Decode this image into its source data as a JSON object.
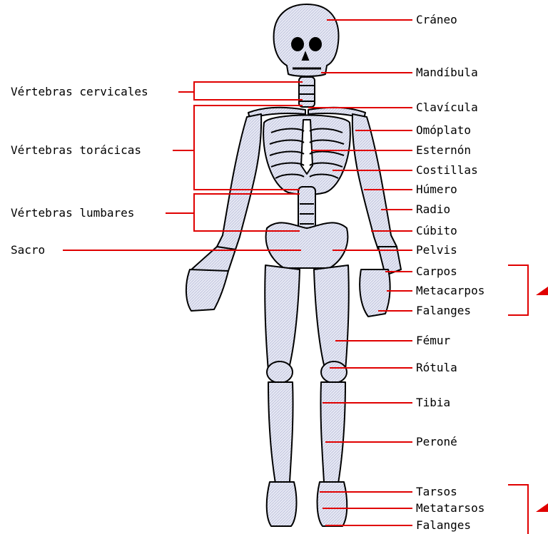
{
  "colors": {
    "leader_line": "#e00000",
    "bone_fill": "#e6e8f4",
    "bone_outline": "#000000",
    "text": "#000000"
  },
  "labels": {
    "craneo": "Cráneo",
    "mandibula": "Mandíbula",
    "clavicula": "Clavícula",
    "omoplato": "Omóplato",
    "esternon": "Esternón",
    "costillas": "Costillas",
    "humero": "Húmero",
    "radio": "Radio",
    "cubito": "Cúbito",
    "pelvis": "Pelvis",
    "carpos": "Carpos",
    "metacarpos": "Metacarpos",
    "falanges_mano": "Falanges",
    "femur": "Fémur",
    "rotula": "Rótula",
    "tibia": "Tibia",
    "perone": "Peroné",
    "tarsos": "Tarsos",
    "metatarsos": "Metatarsos",
    "falanges_pie": "Falanges",
    "vertebras_cervicales": "Vértebras cervicales",
    "vertebras_toracicas": "Vértebras torácicas",
    "vertebras_lumbares": "Vértebras lumbares",
    "sacro": "Sacro"
  },
  "icons": {
    "hand_group": "red-triangle-icon",
    "foot_group": "red-triangle-icon"
  }
}
